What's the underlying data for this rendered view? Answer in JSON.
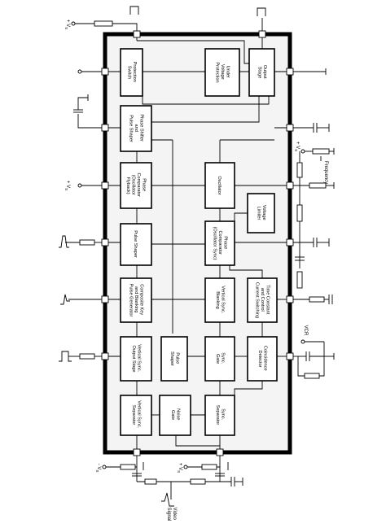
{
  "blocks": {
    "protection_switch": [
      "Protection",
      "Switch"
    ],
    "under_voltage": [
      "Under",
      "Voltage",
      "Protection"
    ],
    "output_stage": [
      "Output",
      "Stage"
    ],
    "phase_shifter": [
      "Phase Shifter",
      "and",
      "Pulse Shaper"
    ],
    "phase_comp1": [
      "Phase",
      "Comparator",
      "(Oscillator",
      "Flyback)"
    ],
    "oscillator": [
      "Oscillator"
    ],
    "voltage_limiter": [
      "Voltage",
      "Limiter"
    ],
    "pulse_shaper": [
      "Pulse Shaper"
    ],
    "phase_comp2": [
      "Phase",
      "Comparator",
      "(Oscillator Sync)"
    ],
    "composite_key": [
      "Composite Key",
      "and Blanking",
      "Pulse Generator"
    ],
    "vert_blanking": [
      "Vertical Sync.",
      "Blanking"
    ],
    "time_constant": [
      "Time Constant",
      "and Control",
      "Current Switching"
    ],
    "vert_output": [
      "Vertical Sync.",
      "Output Stage"
    ],
    "pulse_shaper2": [
      "Pulse",
      "Shaper"
    ],
    "sync_gate": [
      "Sync.",
      "Gate"
    ],
    "coincidence": [
      "Coincidence",
      "Detector"
    ],
    "vert_separator": [
      "Vertical Sync.",
      "Separator"
    ],
    "noise_gate": [
      "Noise",
      "Gate"
    ],
    "sync_separator": [
      "Sync.",
      "Separator"
    ]
  },
  "external": {
    "vs_top": "+ V",
    "vs_mid": "+ V",
    "vs_bottom_left": "- V",
    "vs_bottom_mid": "+ V",
    "vs_right": "+ V",
    "frequency": "Frequency",
    "vcr": "VCR",
    "video_signal": [
      "Video",
      "Signal"
    ]
  },
  "subscript": "S"
}
